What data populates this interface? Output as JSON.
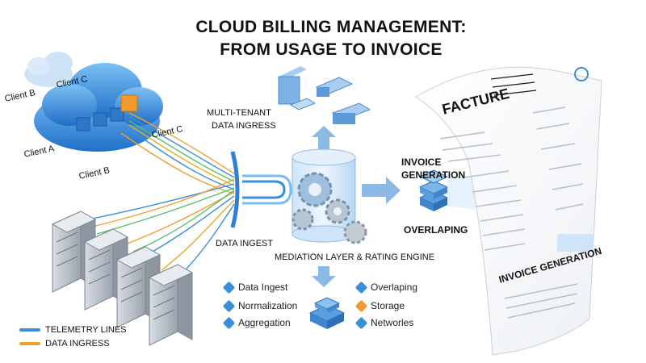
{
  "title": {
    "line1": "CLOUD BILLING MANAGEMENT:",
    "line2": "FROM USAGE TO INVOICE"
  },
  "clients": {
    "b_left": "Client B",
    "c_top": "Client C",
    "c_right": "Client C",
    "a": "Client A",
    "b_bottom": "Client B"
  },
  "labels": {
    "multitenant_1": "MULTI-TENANT",
    "multitenant_2": "DATA INGRESS",
    "data_ingest": "DATA INGEST",
    "mediation": "MEDIATION LAYER & RATING ENGINE",
    "invoice_gen_1": "INVOICE",
    "invoice_gen_2": "GENERATION",
    "overlaping": "OVERLAPING"
  },
  "legend": {
    "telemetry": "TELEMETRY LINES",
    "ingress": "DATA INGRESS",
    "colors": {
      "telemetry": "#3b8fd9",
      "ingress": "#f0a030"
    }
  },
  "sub_left": [
    {
      "label": "Data Ingest",
      "icon": "data-ingest-icon"
    },
    {
      "label": "Normalization",
      "icon": "normalization-icon"
    },
    {
      "label": "Aggregation",
      "icon": "aggregation-icon"
    }
  ],
  "sub_right": [
    {
      "label": "Overlaping",
      "icon": "overlaping-icon"
    },
    {
      "label": "Storage",
      "icon": "storage-icon"
    },
    {
      "label": "Networles",
      "icon": "networks-icon"
    }
  ],
  "invoice": {
    "heading": "FACTURE",
    "footer_heading": "INVOICE GENERATION"
  },
  "colors": {
    "cloud": "#3f8ee0",
    "accent_orange": "#f29a2e",
    "accent_blue": "#2f7fd6"
  }
}
